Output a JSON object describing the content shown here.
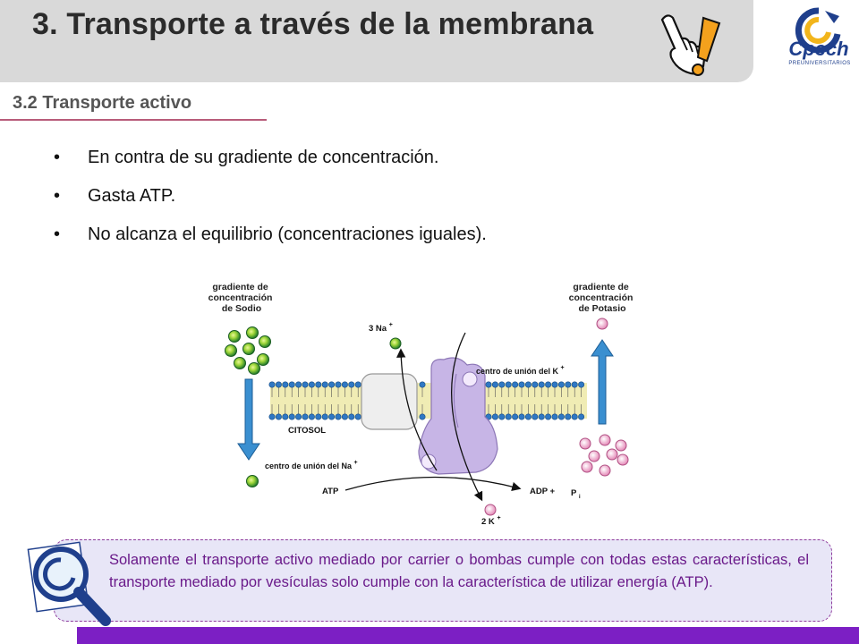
{
  "header": {
    "title": "3. Transporte a través de la membrana",
    "logo_text": "Cpech",
    "logo_subtext": "PREUNIVERSITARIOS"
  },
  "section": {
    "subtitle": "3.2 Transporte activo"
  },
  "bullets": [
    {
      "marker": "•",
      "text": "En contra de su gradiente de concentración."
    },
    {
      "marker": "•",
      "text": "Gasta ATP."
    },
    {
      "marker": "•",
      "text": "No alcanza el equilibrio (concentraciones iguales)."
    }
  ],
  "diagram": {
    "sodium_gradient": [
      "gradiente de",
      "concentración",
      "de Sodio"
    ],
    "potassium_gradient": [
      "gradiente de",
      "concentración",
      "de Potasio"
    ],
    "na_label": "3 Na",
    "na_sup": "+",
    "k_site_label": "centro de unión del K",
    "k_site_sup": "+",
    "cytosol_label": "CITOSOL",
    "na_site_label": "centro de unión del Na",
    "na_site_sup": "+",
    "atp_label": "ATP",
    "adp_label": "ADP  +",
    "pi_label": "P",
    "pi_sub": "i",
    "k_label": "2 K",
    "k_sup": "+"
  },
  "note": {
    "text": "Solamente el transporte activo mediado por carrier o  bombas cumple con todas estas características, el transporte mediado por vesículas solo cumple con la característica de utilizar energía (ATP)."
  },
  "colors": {
    "title_bar": "#d9d9d9",
    "accent_purple": "#7c1fc4",
    "note_text": "#6a1a8a",
    "arrow_blue": "#3a8fd0"
  }
}
